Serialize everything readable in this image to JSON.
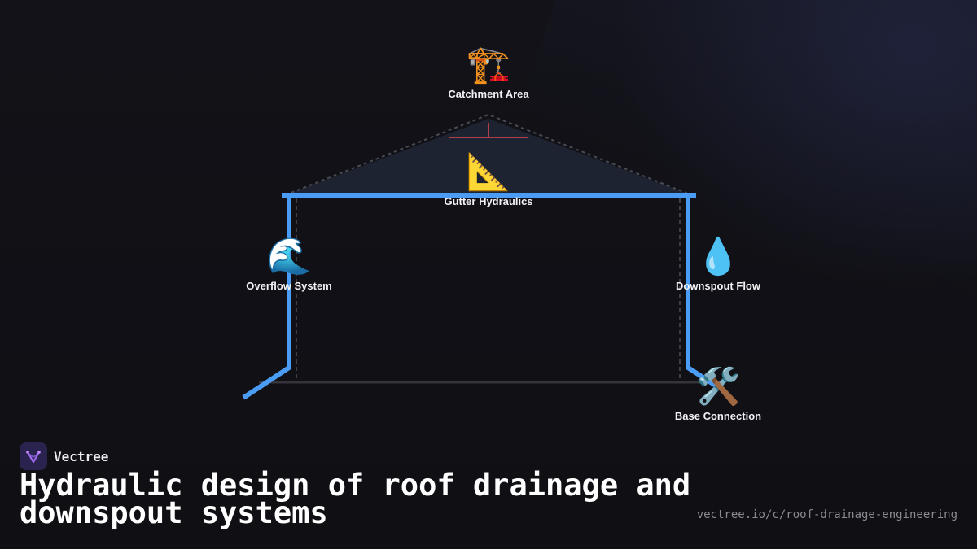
{
  "diagram": {
    "nodes": [
      {
        "id": "catchment",
        "icon": "construction-crane-icon",
        "glyph": "🏗️",
        "label": "Catchment Area"
      },
      {
        "id": "gutter",
        "icon": "triangular-ruler-icon",
        "glyph": "📐",
        "label": "Gutter Hydraulics"
      },
      {
        "id": "overflow",
        "icon": "water-wave-icon",
        "glyph": "🌊",
        "label": "Overflow System"
      },
      {
        "id": "downspout",
        "icon": "droplet-icon",
        "glyph": "💧",
        "label": "Downspout Flow"
      },
      {
        "id": "base",
        "icon": "hammer-wrench-icon",
        "glyph": "🛠️",
        "label": "Base Connection"
      }
    ]
  },
  "brand": {
    "name": "Vectree",
    "logo_icon": "vectree-logo-icon"
  },
  "title": "Hydraulic design of roof drainage and downspout systems",
  "url": "vectree.io/c/roof-drainage-engineering",
  "colors": {
    "background": "#111116",
    "accent_blue": "#4b9cf5",
    "roof_fill": "#1f2633",
    "ruler_red": "#b0404a",
    "guide_gray": "#3a3a40"
  }
}
